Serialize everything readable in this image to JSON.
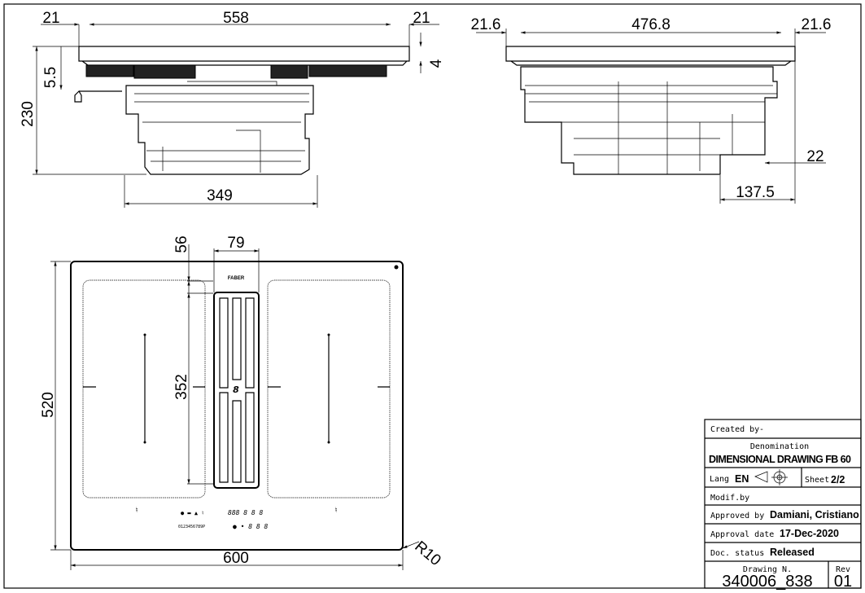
{
  "front_view": {
    "dims": {
      "left_overhang": "21",
      "top_width": "558",
      "right_overhang": "21",
      "glass_height": "5.5",
      "total_height": "230",
      "edge": "4",
      "body_width": "349"
    }
  },
  "side_view": {
    "dims": {
      "left_overhang": "21.6",
      "top_width": "476.8",
      "right_overhang": "21.6",
      "offset": "22",
      "body_depth": "137.5"
    }
  },
  "plan_view": {
    "brand": "FABER",
    "controls_scale": "0123456789P",
    "dims": {
      "vent_offset": "56",
      "vent_width": "79",
      "vent_length": "352",
      "depth": "520",
      "width": "600",
      "radius": "R10"
    }
  },
  "title_block": {
    "created_by_label": "Created by",
    "created_by_value": "-",
    "denomination_label": "Denomination",
    "denomination_value": "DIMENSIONAL  DRAWING  FB  60",
    "lang_label": "Lang",
    "lang_value": "EN",
    "sheet_label": "Sheet",
    "sheet_value": "2/2",
    "modif_label": "Modif.by",
    "approved_by_label": "Approved by",
    "approved_by_value": "Damiani, Cristiano",
    "approval_date_label": "Approval date",
    "approval_date_value": "17-Dec-2020",
    "doc_status_label": "Doc. status",
    "doc_status_value": "Released",
    "drawing_n_label": "Drawing N.",
    "drawing_n_value": "340006_838",
    "rev_label": "Rev",
    "rev_value": "01"
  }
}
